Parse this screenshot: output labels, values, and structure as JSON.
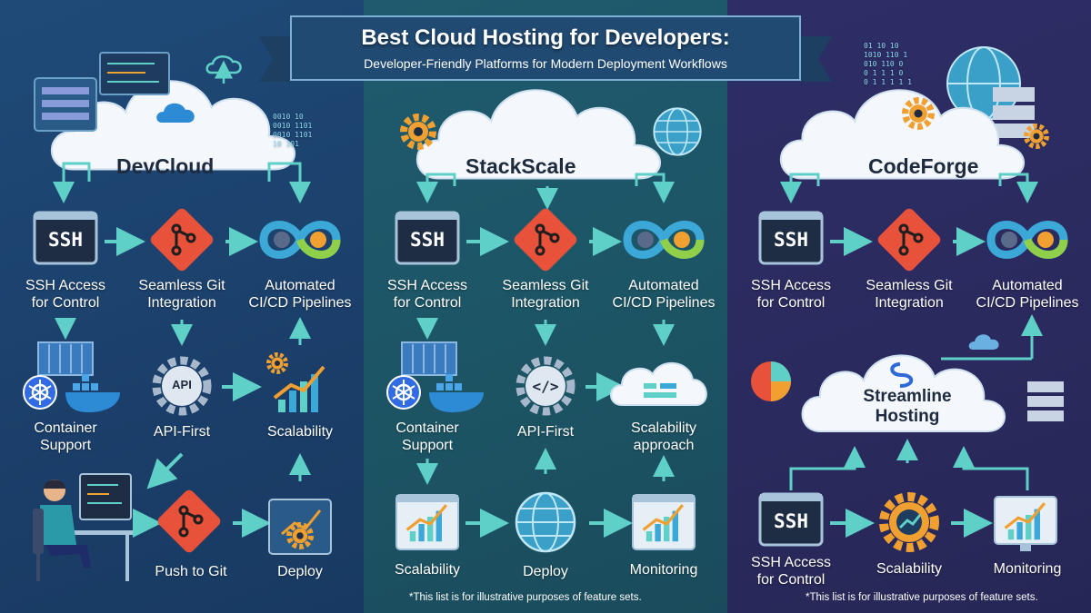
{
  "banner": {
    "title": "Best Cloud Hosting for Developers:",
    "subtitle": "Developer-Friendly Platforms for Modern Deployment Workflows"
  },
  "columns": [
    {
      "brand": "DevCloud",
      "ssh_badge": "SSH",
      "api_badge": "API",
      "features": {
        "ssh": "SSH Access\nfor Control",
        "git": "Seamless Git\nIntegration",
        "cicd": "Automated\nCI/CD Pipelines",
        "container": "Container\nSupport",
        "api": "API-First",
        "scalability": "Scalability",
        "push": "Push to Git",
        "deploy": "Deploy"
      },
      "binary": [
        "0010 10",
        "0010 1101",
        "0010 1101",
        "10 101"
      ]
    },
    {
      "brand": "StackScale",
      "ssh_badge": "SSH",
      "features": {
        "ssh": "SSH Access\nfor Control",
        "git": "Seamless Git\nIntegration",
        "cicd": "Automated\nCI/CD Pipelines",
        "container": "Container\nSupport",
        "api": "API-First",
        "scalability": "Scalability\napproach",
        "scalability2": "Scalability",
        "deploy": "Deploy",
        "monitoring": "Monitoring"
      },
      "note": "*This list is for illustrative purposes of feature sets."
    },
    {
      "brand": "CodeForge",
      "ssh_badge": "SSH",
      "ssh_badge2": "SSH",
      "streamline": "Streamline\nHosting",
      "features": {
        "ssh": "SSH Access\nfor Control",
        "git": "Seamless Git\nIntegration",
        "cicd": "Automated\nCI/CD Pipelines",
        "ssh2": "SSH Access\nfor Control",
        "scalability": "Scalability",
        "monitoring": "Monitoring"
      },
      "binary": [
        "01 10 10",
        "1010 110 1",
        "010 110 0",
        "0 1 1 1 0",
        "0 1 1 1 1 1"
      ],
      "note": "*This list is for illustrative purposes of feature sets."
    }
  ],
  "colors": {
    "accent_teal": "#5fd0c8",
    "git_red": "#e8513a",
    "gear_orange": "#f0a030",
    "cloud": "#f4f7fb"
  }
}
